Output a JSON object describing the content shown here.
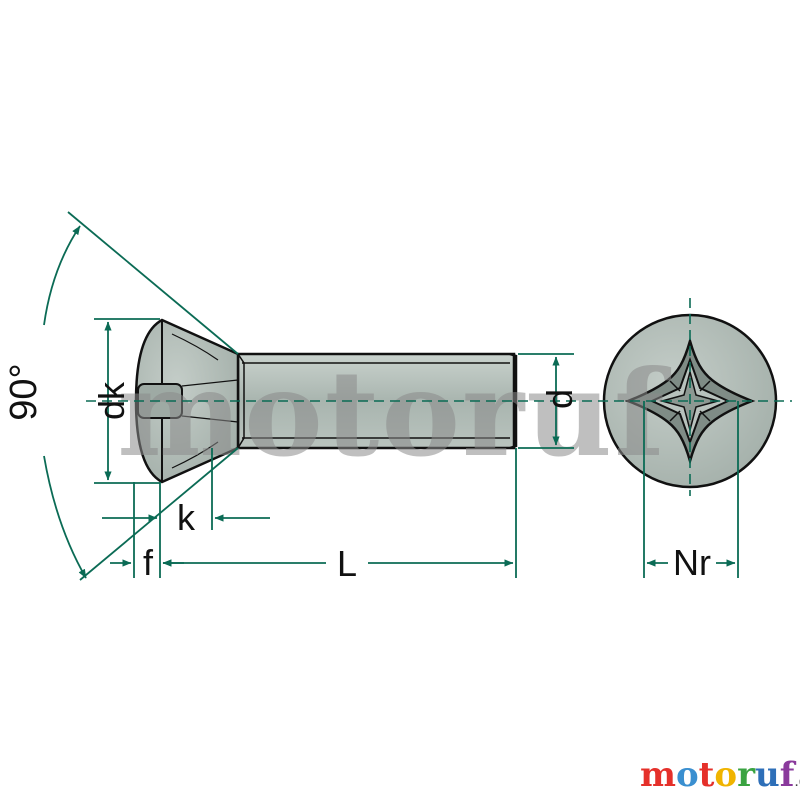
{
  "watermark": {
    "text": "motoruf"
  },
  "labels": {
    "angle": "90°",
    "dk": "dk",
    "k": "k",
    "d": "d",
    "f": "f",
    "L": "L",
    "Nr": "Nr"
  },
  "logo": {
    "letters": [
      "m",
      "o",
      "t",
      "o",
      "r",
      "u",
      "f"
    ],
    "letter_colors": [
      "#e5302a",
      "#3a8fd0",
      "#e5302a",
      "#f0b400",
      "#3aa341",
      "#2e6fb8",
      "#8a3a9c"
    ],
    "suffix": ".de"
  },
  "colors": {
    "dimension": "#0b6b55",
    "outline": "#111111",
    "fill": "#a8b4ae",
    "fill_light": "#c3ccc7",
    "watermark": "#8a8a8a"
  }
}
